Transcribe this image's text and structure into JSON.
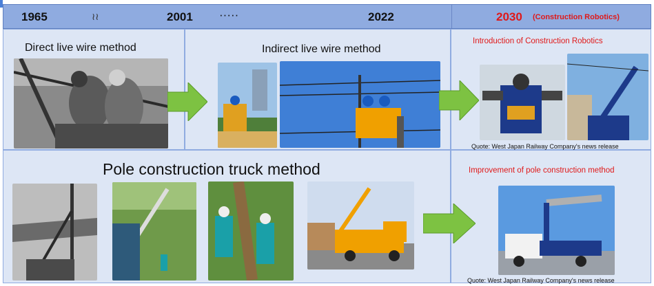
{
  "header": {
    "year_1965": "1965",
    "squiggle": "≀≀",
    "year_2001": "2001",
    "dots": "·····",
    "year_2022": "2022",
    "year_2030": "2030",
    "year_2030_note": "(Construction Robotics)"
  },
  "top_row": {
    "direct_label": "Direct live wire method",
    "indirect_label": "Indirect live wire method",
    "robotics_label": "Introduction of Construction Robotics",
    "quote_top": "Quote: West Japan Railway Company's news release"
  },
  "bottom_row": {
    "pole_label": "Pole construction truck method",
    "improvement_label": "Improvement of pole construction method",
    "quote_bottom": "Quote: West Japan Railway Company's news release"
  },
  "colors": {
    "header_bg": "#8fabe0",
    "panel_bg": "#dde6f5",
    "arrow_green": "#7dc242",
    "accent_red": "#e01818"
  },
  "icons": [
    "right-arrow-icon"
  ]
}
